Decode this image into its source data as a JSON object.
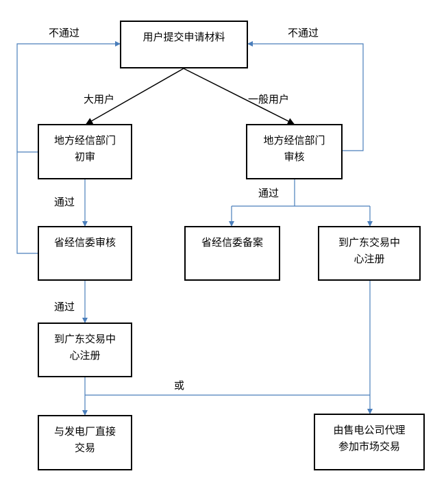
{
  "nodes": {
    "submit": {
      "lines": [
        "用户提交申请材料"
      ]
    },
    "local_initial": {
      "lines": [
        "地方经信部门",
        "初审"
      ]
    },
    "local_review": {
      "lines": [
        "地方经信部门",
        "审核"
      ]
    },
    "province_review": {
      "lines": [
        "省经信委审核"
      ]
    },
    "province_filing": {
      "lines": [
        "省经信委备案"
      ]
    },
    "gd_register_right": {
      "lines": [
        "到广东交易中",
        "心注册"
      ]
    },
    "gd_register_left": {
      "lines": [
        "到广东交易中",
        "心注册"
      ]
    },
    "direct_trade": {
      "lines": [
        "与发电厂直接",
        "交易"
      ]
    },
    "agent_trade": {
      "lines": [
        "由售电公司代理",
        "参加市场交易"
      ]
    }
  },
  "labels": {
    "fail_left": "不通过",
    "fail_right": "不通过",
    "big_user": "大用户",
    "general_user": "一般用户",
    "pass_left_1": "通过",
    "pass_right": "通过",
    "pass_left_2": "通过",
    "or": "或"
  },
  "colors": {
    "connector": "#4a7ebb",
    "main_arrow": "#000000",
    "box_border": "#000000"
  }
}
